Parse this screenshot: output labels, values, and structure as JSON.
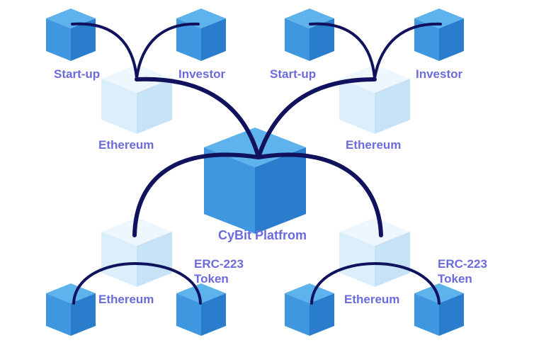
{
  "labels": {
    "startup_left": "Start-up",
    "investor_left": "Investor",
    "startup_right": "Start-up",
    "investor_right": "Investor",
    "ethereum_top_left": "Ethereum",
    "ethereum_top_right": "Ethereum",
    "platform": "CyBit Platfrom",
    "ethereum_bottom_left": "Ethereum",
    "ethereum_bottom_right": "Ethereum",
    "erc_left_line1": "ERC-223",
    "erc_left_line2": "Token",
    "erc_right_line1": "ERC-223",
    "erc_right_line2": "Token"
  },
  "colors": {
    "blue_cube_top": "#5fb3ec",
    "blue_cube_left": "#3f97df",
    "blue_cube_right": "#2a7ccc",
    "pale_cube_top": "#e8f4fd",
    "pale_cube_left": "#d6ebfa",
    "pale_cube_right": "#c3e0f6",
    "arrow": "#10125e",
    "label": "#6b6bdc"
  }
}
